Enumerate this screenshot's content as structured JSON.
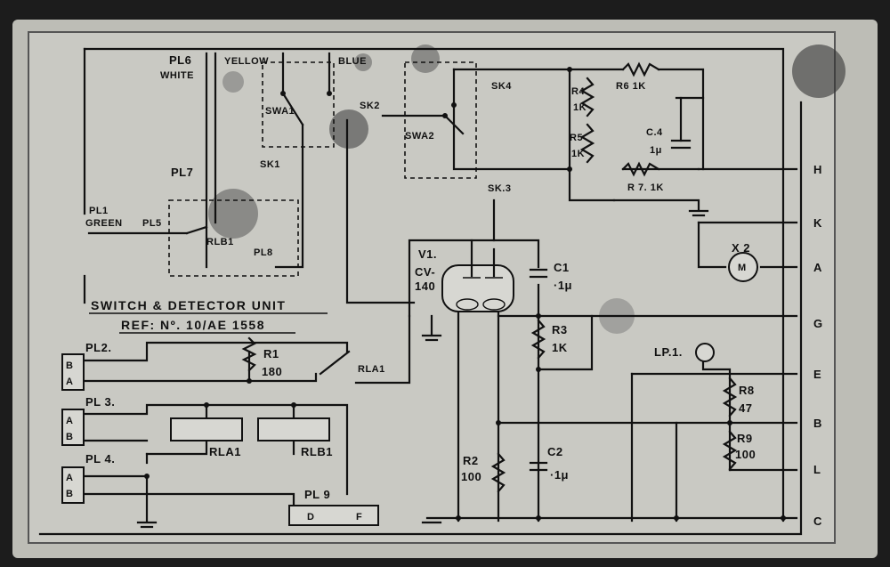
{
  "title": {
    "line1": "SWITCH & DETECTOR UNIT",
    "line2": "REF: Nº. 10/AE 1558"
  },
  "components": {
    "pl6": "PL6",
    "white": "WHITE",
    "yellow": "YELLOW",
    "blue": "BLUE",
    "swa1": "SWA1",
    "sk2": "SK2",
    "swa2": "SWA2",
    "sk1": "SK1",
    "pl7": "PL7",
    "pl1": "PL1",
    "green": "GREEN",
    "pl5": "PL5",
    "rlb1_switch": "RLB1",
    "pl8": "PL8",
    "sk4": "SK4",
    "sk3": "SK.3",
    "r4": "R4",
    "r4v": "1K",
    "r5": "R5",
    "r5v": "1K",
    "r6": "R6 1K",
    "c4": "C.4",
    "c4v": "1μ",
    "r7": "R 7. 1K",
    "v1": "V1.",
    "cv": "CV-",
    "cvnum": "140",
    "c1": "C1",
    "c1v": "·1μ",
    "r3": "R3",
    "r3v": "1K",
    "c2": "C2",
    "c2v": "·1μ",
    "r2": "R2",
    "r2v": "100",
    "x2": "X 2",
    "motor": "M",
    "lp1": "LP.1.",
    "r8": "R8",
    "r8v": "47",
    "r9": "R9",
    "r9v": "100",
    "pl2": "PL2.",
    "r1": "R1",
    "r1v": "180",
    "rla1_switch": "RLA1",
    "pl3": "PL 3.",
    "rla1_coil": "RLA1",
    "rlb1_coil": "RLB1",
    "pl4": "PL 4.",
    "pl9": "PL 9",
    "pl9d": "D",
    "pl9f": "F",
    "pin_a": "A",
    "pin_b": "B"
  },
  "terminals": [
    "H",
    "K",
    "A",
    "G",
    "E",
    "B",
    "L",
    "C"
  ],
  "colors": {
    "plate": "#c9c9c3",
    "ink": "#111111",
    "frame": "#1a1a1a"
  }
}
